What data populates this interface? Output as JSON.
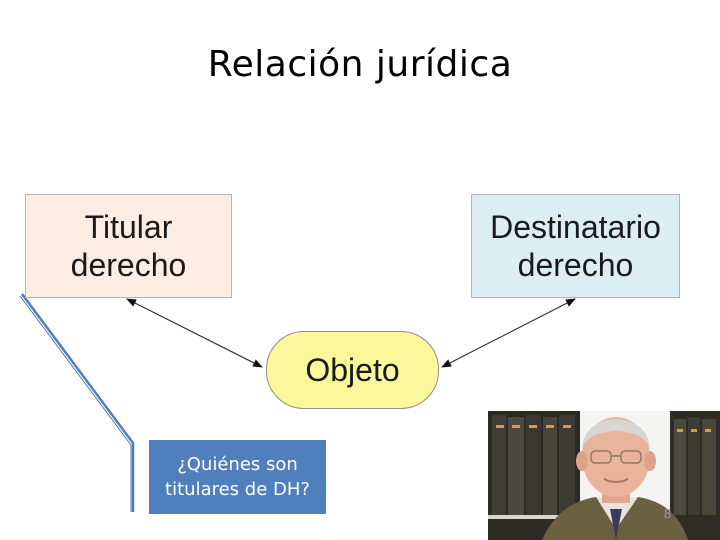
{
  "slide": {
    "title": "Relación jurídica",
    "page_number": "8"
  },
  "diagram": {
    "titular": {
      "line1": "Titular",
      "line2": "derecho"
    },
    "destinatario": {
      "line1": "Destinatario",
      "line2": "derecho"
    },
    "objeto": {
      "label": "Objeto"
    }
  },
  "callout": {
    "line1": "¿Quiénes son",
    "line2": "titulares de DH?"
  },
  "colors": {
    "titular_fill": "#fcece2",
    "destinatario_fill": "#dbeef4",
    "objeto_fill": "#fbf79a",
    "callout_fill": "#4f80bd"
  }
}
